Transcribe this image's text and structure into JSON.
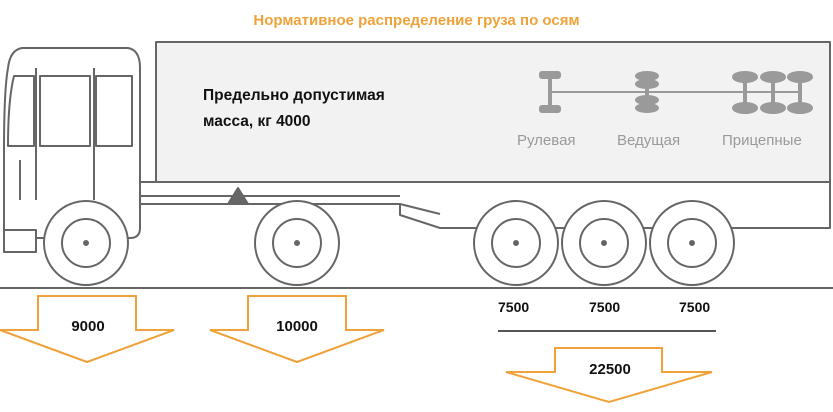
{
  "title": "Нормативное распределение груза по осям",
  "mass": {
    "line1": "Предельно допустимая",
    "line2": "масса, кг 4000"
  },
  "axle_types": [
    "Рулевая",
    "Ведущая",
    "Прицепные"
  ],
  "axle_loads": {
    "front": "9000",
    "drive": "10000",
    "trailer_each": [
      "7500",
      "7500",
      "7500"
    ],
    "trailer_total": "22500"
  },
  "colors": {
    "title": "#f0a23a",
    "arrow": "#f0a23a",
    "truck_line": "#666666",
    "truck_fill": "#ffffff",
    "trailer_fill": "#f2f2f2",
    "label_gray": "#9a9a9a",
    "bracket": "#555555"
  }
}
